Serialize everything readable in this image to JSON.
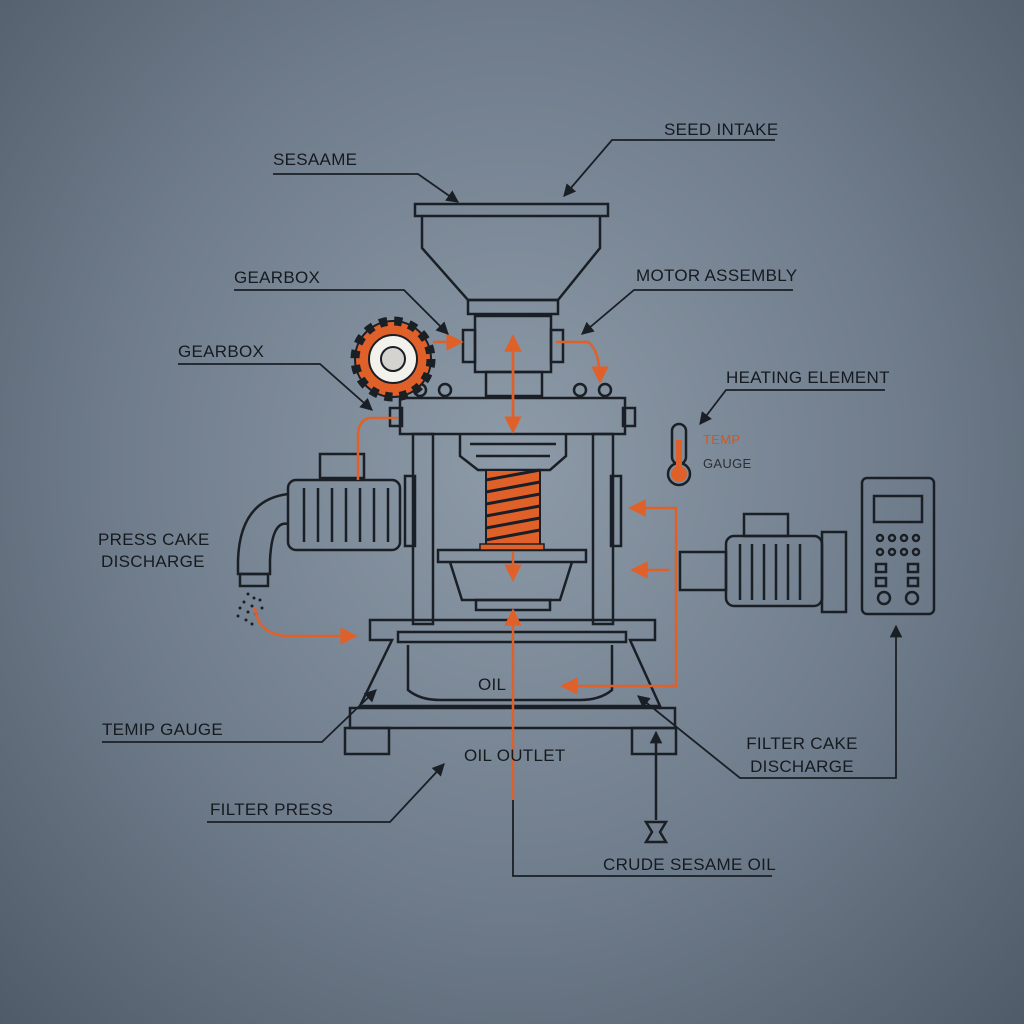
{
  "labels": {
    "sesame": "SESAAME",
    "seed_intake": "SEED INTAKE",
    "gearbox_top": "GEARBOX",
    "motor_assembly": "MOTOR ASSEMBLY",
    "gearbox_left": "GEARBOX",
    "heating_element": "HEATING ELEMENT",
    "temp_gauge_small_1": "TEMP",
    "temp_gauge_small_2": "GAUGE",
    "press_cake_discharge_1": "PRESS CAKE",
    "press_cake_discharge_2": "DISCHARGE",
    "oil": "OIL",
    "temp_gauge": "TEMIP GAUGE",
    "oil_outlet": "OIL OUTLET",
    "filter_cake_discharge_1": "FILTER CAKE",
    "filter_cake_discharge_2": "DISCHARGE",
    "filter_press": "FILTER PRESS",
    "crude_sesame_oil": "CRUDE SESAME OIL"
  },
  "colors": {
    "line": "#1a1f26",
    "accent": "#e0602a",
    "background": "#7d8a99"
  },
  "icons": {
    "gear": "gear-icon",
    "thermometer": "thermometer-icon",
    "control_panel": "control-panel-icon"
  }
}
